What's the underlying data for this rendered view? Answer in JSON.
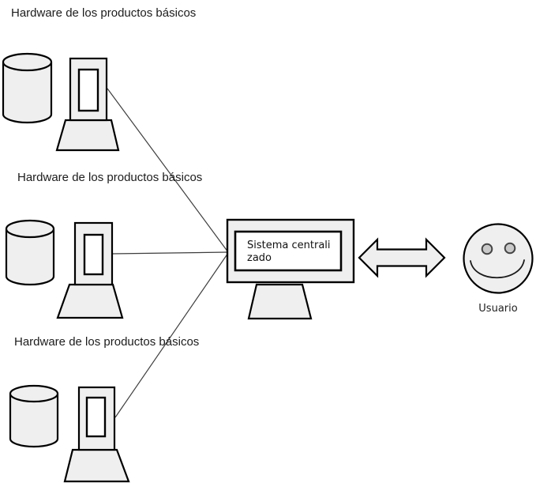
{
  "diagram": {
    "hardware_groups": [
      {
        "label": "Hardware de los productos básicos"
      },
      {
        "label": "Hardware de los productos básicos"
      },
      {
        "label": "Hardware de los productos básicos"
      }
    ],
    "central_system": {
      "label": "Sistema centralizado",
      "label_lines": [
        "Sistema centrali",
        "zado"
      ]
    },
    "user": {
      "label": "Usuario"
    },
    "colors": {
      "background": "#ffffff",
      "shape_fill": "#efefef",
      "screen_fill": "#ffffff",
      "outline": "#000000",
      "connector_line": "#3d3d3d",
      "eye_fill": "#c9c9c9"
    }
  }
}
